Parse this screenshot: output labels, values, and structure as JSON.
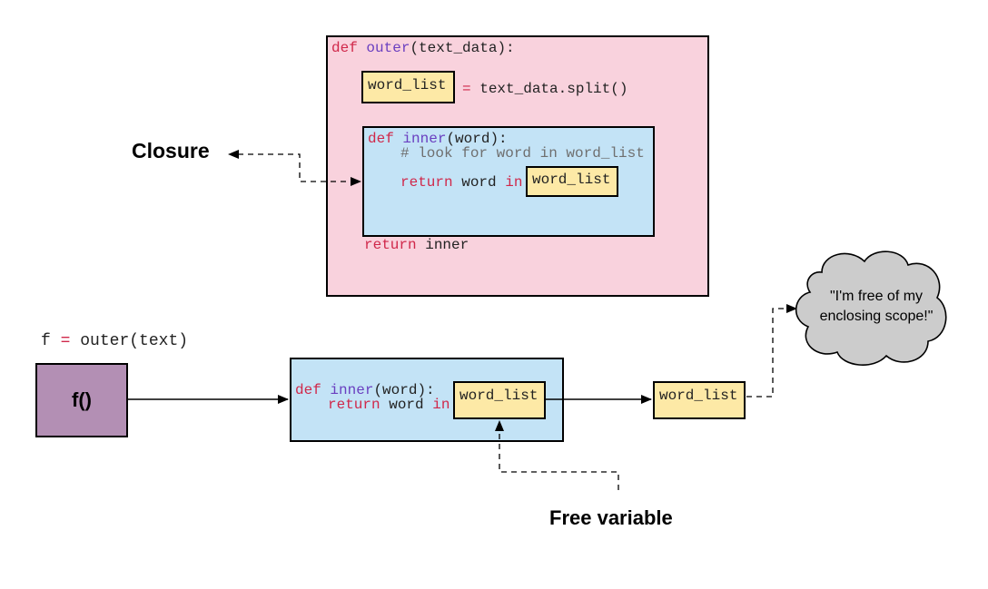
{
  "colors": {
    "pink": "#f9d2dd",
    "blue": "#c3e3f6",
    "yellow": "#fde9a6",
    "purple": "#b38fb4",
    "cloud": "#cccccc",
    "keyword": "#d0284a",
    "function": "#6a3fc0",
    "comment": "#6f6f6f"
  },
  "outer": {
    "def_kw": "def",
    "name": "outer",
    "params": "(text_data):",
    "word_list": "word_list",
    "assign_op": "=",
    "assign_rhs": "text_data.split()",
    "inner": {
      "def_kw": "def",
      "name": "inner",
      "params": "(word):",
      "comment": "# look for word in word_list",
      "return_kw": "return",
      "return_expr": "word",
      "in_kw": "in",
      "word_list": "word_list"
    },
    "return_kw": "return",
    "return_value": "inner"
  },
  "labels": {
    "closure": "Closure",
    "free_variable": "Free variable"
  },
  "call": {
    "var": "f",
    "op": "=",
    "expr": "outer(text)"
  },
  "f_box": "f()",
  "inner_copy": {
    "def_kw": "def",
    "name": "inner",
    "params": "(word):",
    "return_kw": "return",
    "return_expr": "word",
    "in_kw": "in",
    "word_list": "word_list"
  },
  "standalone_word_list": "word_list",
  "cloud": {
    "line1": "\"I'm free of my",
    "line2": "enclosing scope!\""
  }
}
